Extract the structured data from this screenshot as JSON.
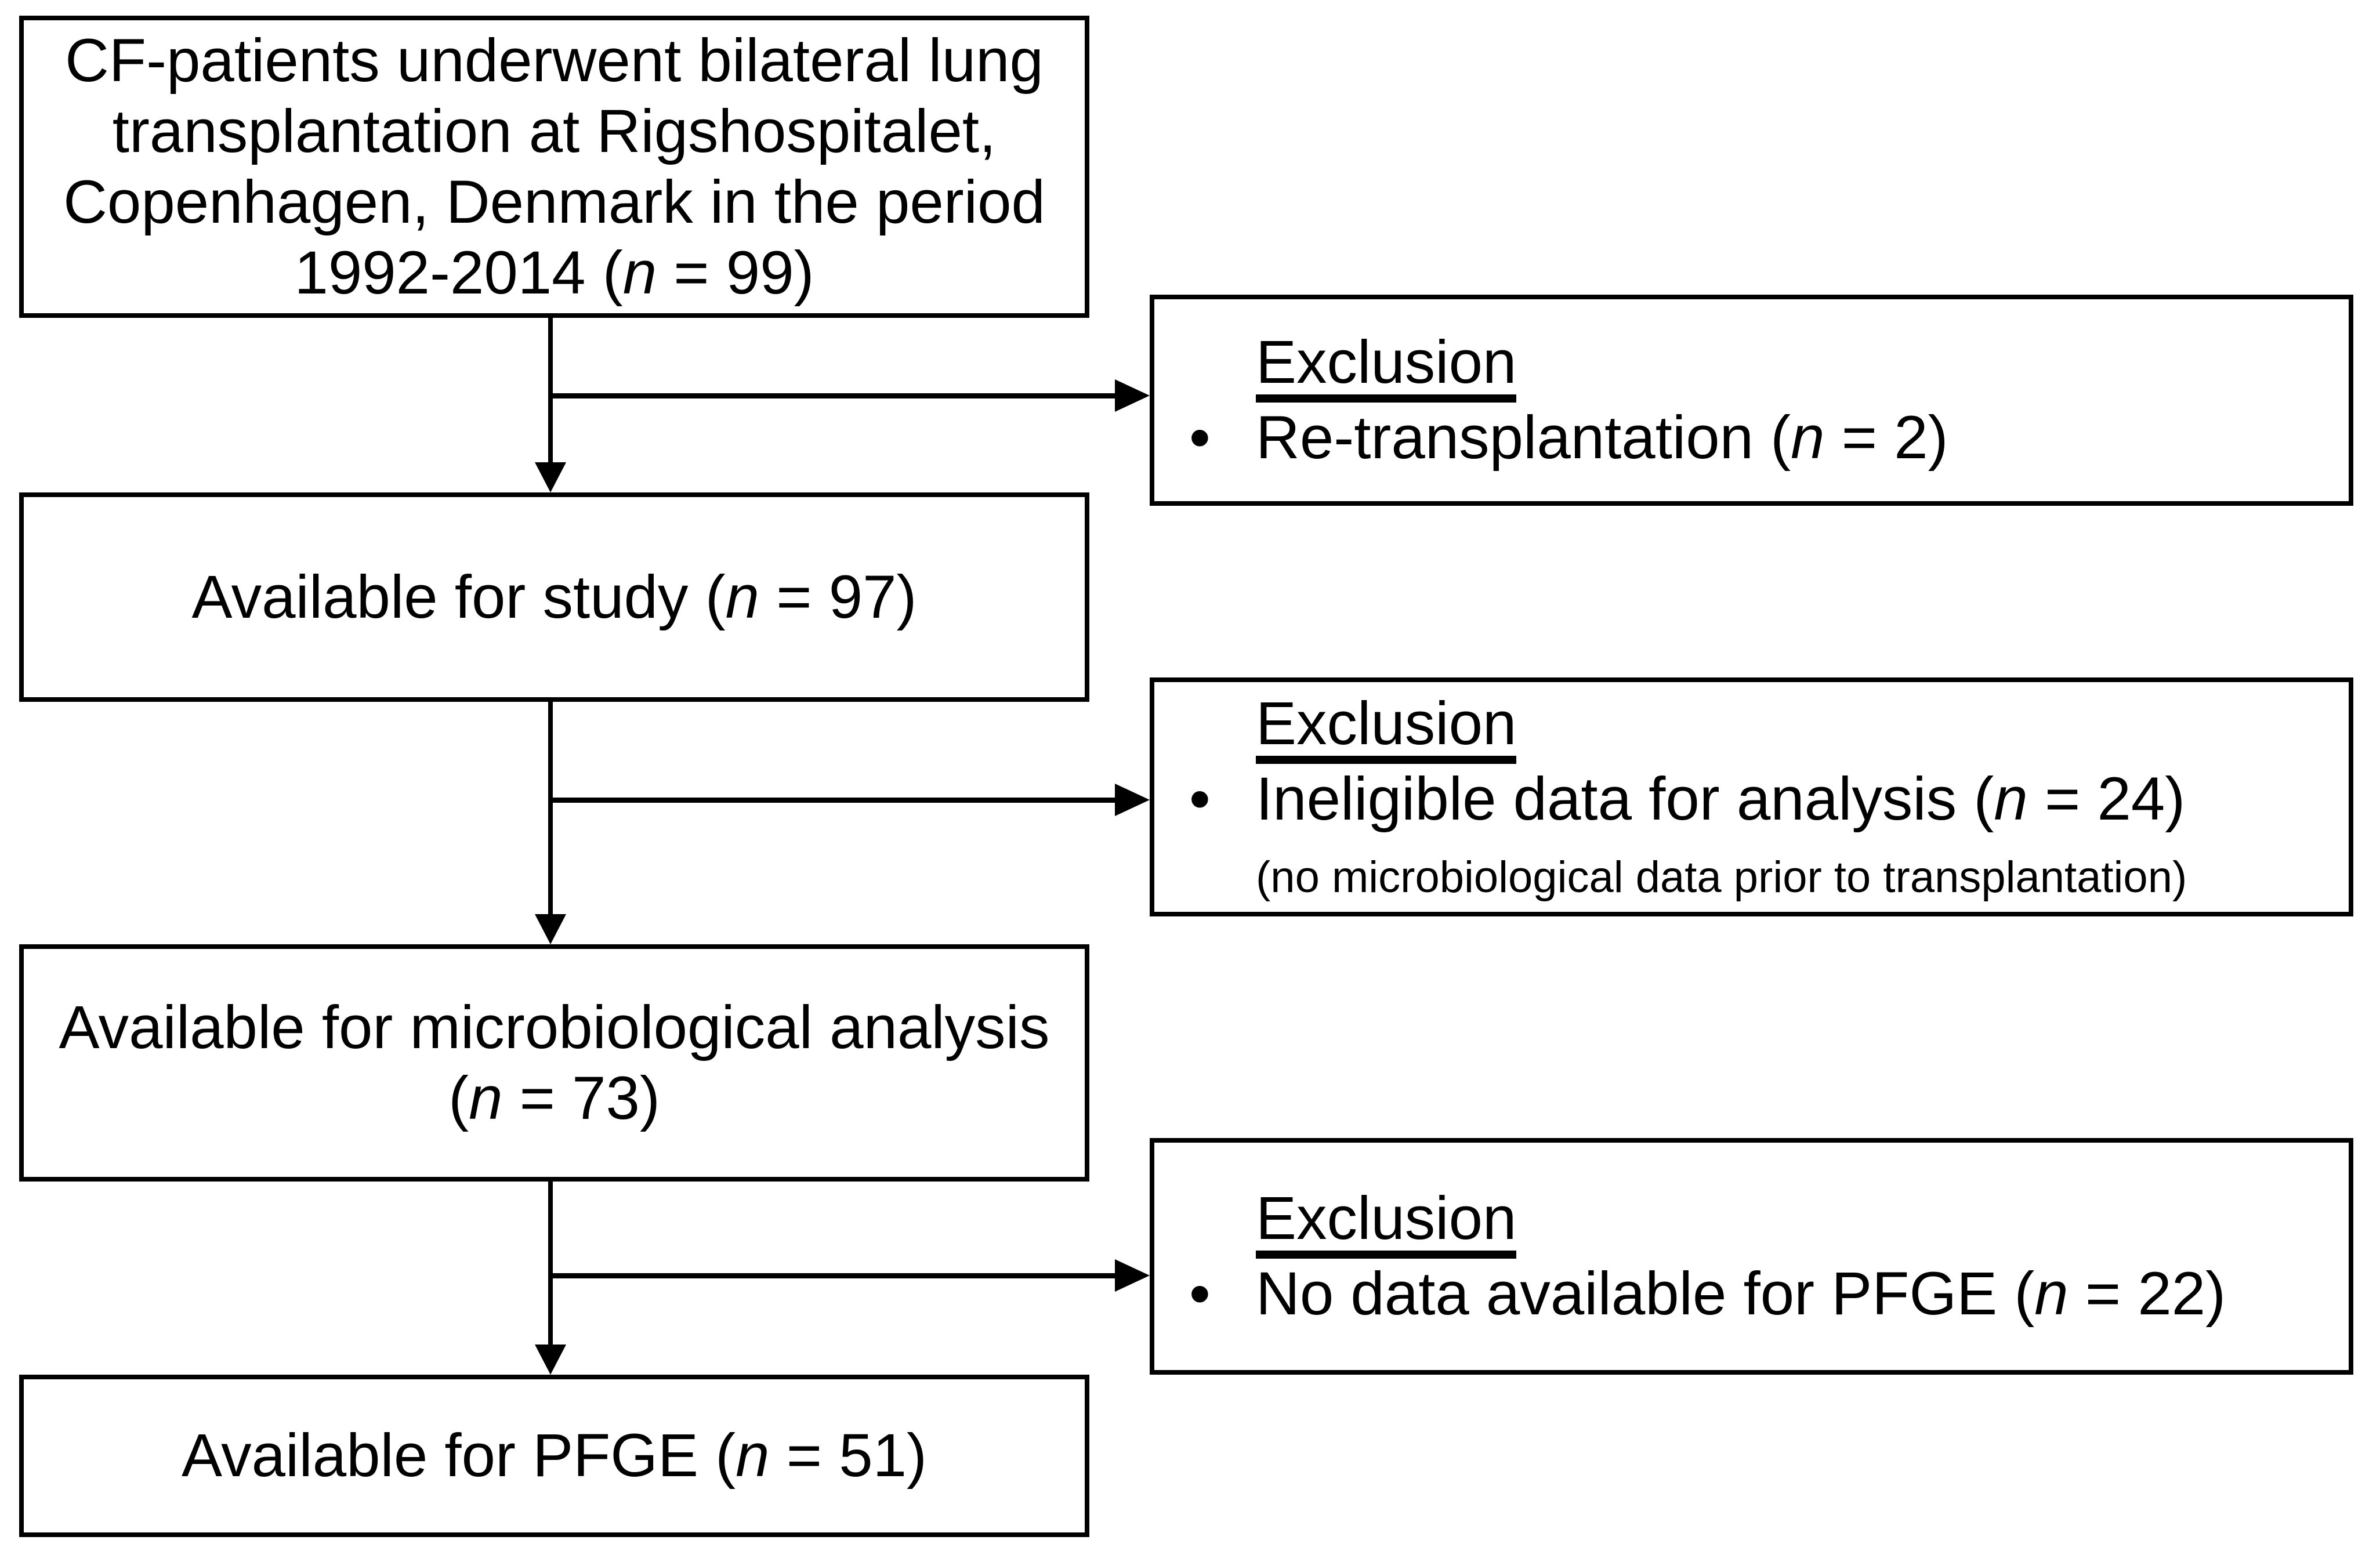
{
  "figure": {
    "background_color": "#ffffff",
    "line_color": "#000000"
  },
  "tokens": {
    "n_symbol": "n",
    "open_paren": "(",
    "equals": " = ",
    "close_paren": ")",
    "bullet": "•"
  },
  "boxes": {
    "cohort": {
      "lines": [
        "CF-patients underwent bilateral lung",
        "transplantation at Rigshospitalet,",
        "Copenhagen, Denmark in the period"
      ],
      "last_line_prefix": "1992-2014 ",
      "n_value": "99"
    },
    "available_study": {
      "label": "Available for study ",
      "n_value": "97"
    },
    "available_micro": {
      "line1": "Available for microbiological analysis",
      "n_value": "73"
    },
    "available_pfge": {
      "label": "Available for PFGE ",
      "n_value": "51"
    }
  },
  "exclusions": [
    {
      "heading": "Exclusion",
      "item": "Re-transplantation ",
      "n_value": "2"
    },
    {
      "heading": "Exclusion",
      "item": "Ineligible data for analysis ",
      "n_value": "24",
      "note": "(no microbiological data prior to transplantation)"
    },
    {
      "heading": "Exclusion",
      "item": "No data available for PFGE ",
      "n_value": "22"
    }
  ]
}
